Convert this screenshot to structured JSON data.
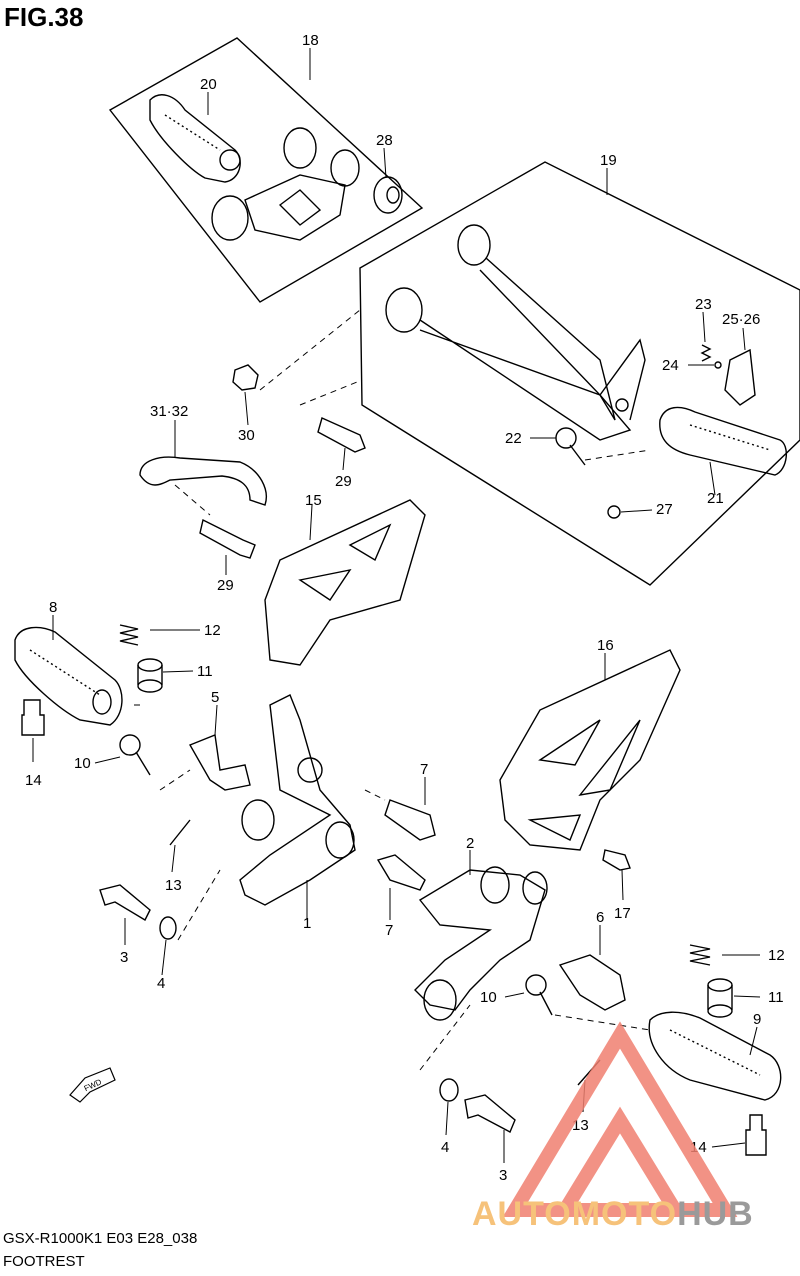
{
  "figure": {
    "title": "FIG.38",
    "model": "GSX-R1000K1 E03 E28_038",
    "section": "FOOTREST"
  },
  "callouts": {
    "c18": "18",
    "c20": "20",
    "c28": "28",
    "c19": "19",
    "c23": "23",
    "c25_26": "25·26",
    "c24": "24",
    "c22": "22",
    "c21": "21",
    "c27": "27",
    "c30": "30",
    "c29a": "29",
    "c31_32": "31·32",
    "c29b": "29",
    "c15": "15",
    "c8": "8",
    "c12a": "12",
    "c11a": "11",
    "c5": "5",
    "c14a": "14",
    "c10a": "10",
    "c7a": "7",
    "c16": "16",
    "c13a": "13",
    "c1": "1",
    "c3a": "3",
    "c4a": "4",
    "c7b": "7",
    "c2": "2",
    "c17": "17",
    "c6": "6",
    "c12b": "12",
    "c10b": "10",
    "c11b": "11",
    "c9": "9",
    "c13b": "13",
    "c14b": "14",
    "c4b": "4",
    "c3b": "3"
  },
  "fwd_label": "FWD",
  "watermark": {
    "part1": "AUTOMOTO",
    "part2": "HUB",
    "accent_color": "#f08070",
    "text_color": "#f6c27a"
  }
}
